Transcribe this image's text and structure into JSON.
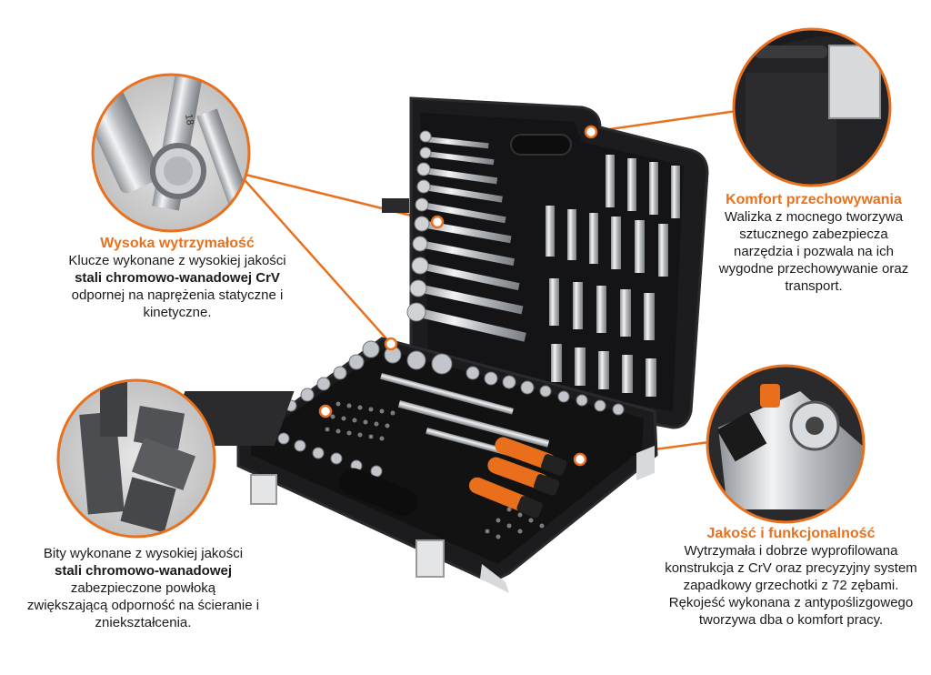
{
  "callouts": {
    "strength": {
      "title": "Wysoka wytrzymałość",
      "line1": "Klucze wykonane z wysokiej jakości",
      "bold": "stali chromowo-wanadowej CrV",
      "line3": "odpornej na naprężenia statyczne i",
      "line4": "kinetyczne."
    },
    "storage": {
      "title": "Komfort przechowywania",
      "line1": "Walizka z mocnego tworzywa",
      "line2": "sztucznego zabezpiecza",
      "line3": "narzędzia i pozwala na ich",
      "line4": "wygodne przechowywanie oraz",
      "line5": "transport."
    },
    "bits": {
      "line1": "Bity wykonane z wysokiej jakości",
      "bold": "stali chromowo-wanadowej",
      "line3": "zabezpieczone powłoką",
      "line4": "zwiększającą odporność na ścieranie i",
      "line5": "zniekształcenia."
    },
    "quality": {
      "title": "Jakość i funkcjonalność",
      "line1": "Wytrzymała i dobrze wyprofilowana",
      "line2": "konstrukcja z CrV oraz precyzyjny system",
      "line3": "zapadkowy grzechotki z 72 zębami.",
      "line4": "Rękojeść wykonana z antypoślizgowego",
      "line5": "tworzywa dba o komfort pracy."
    }
  },
  "detail_labels": {
    "wrench_size": "18"
  },
  "colors": {
    "accent": "#e8711f",
    "case": "#1c1c1e",
    "chrome": "#c9ccd0",
    "handle_orange": "#e96f1c"
  }
}
